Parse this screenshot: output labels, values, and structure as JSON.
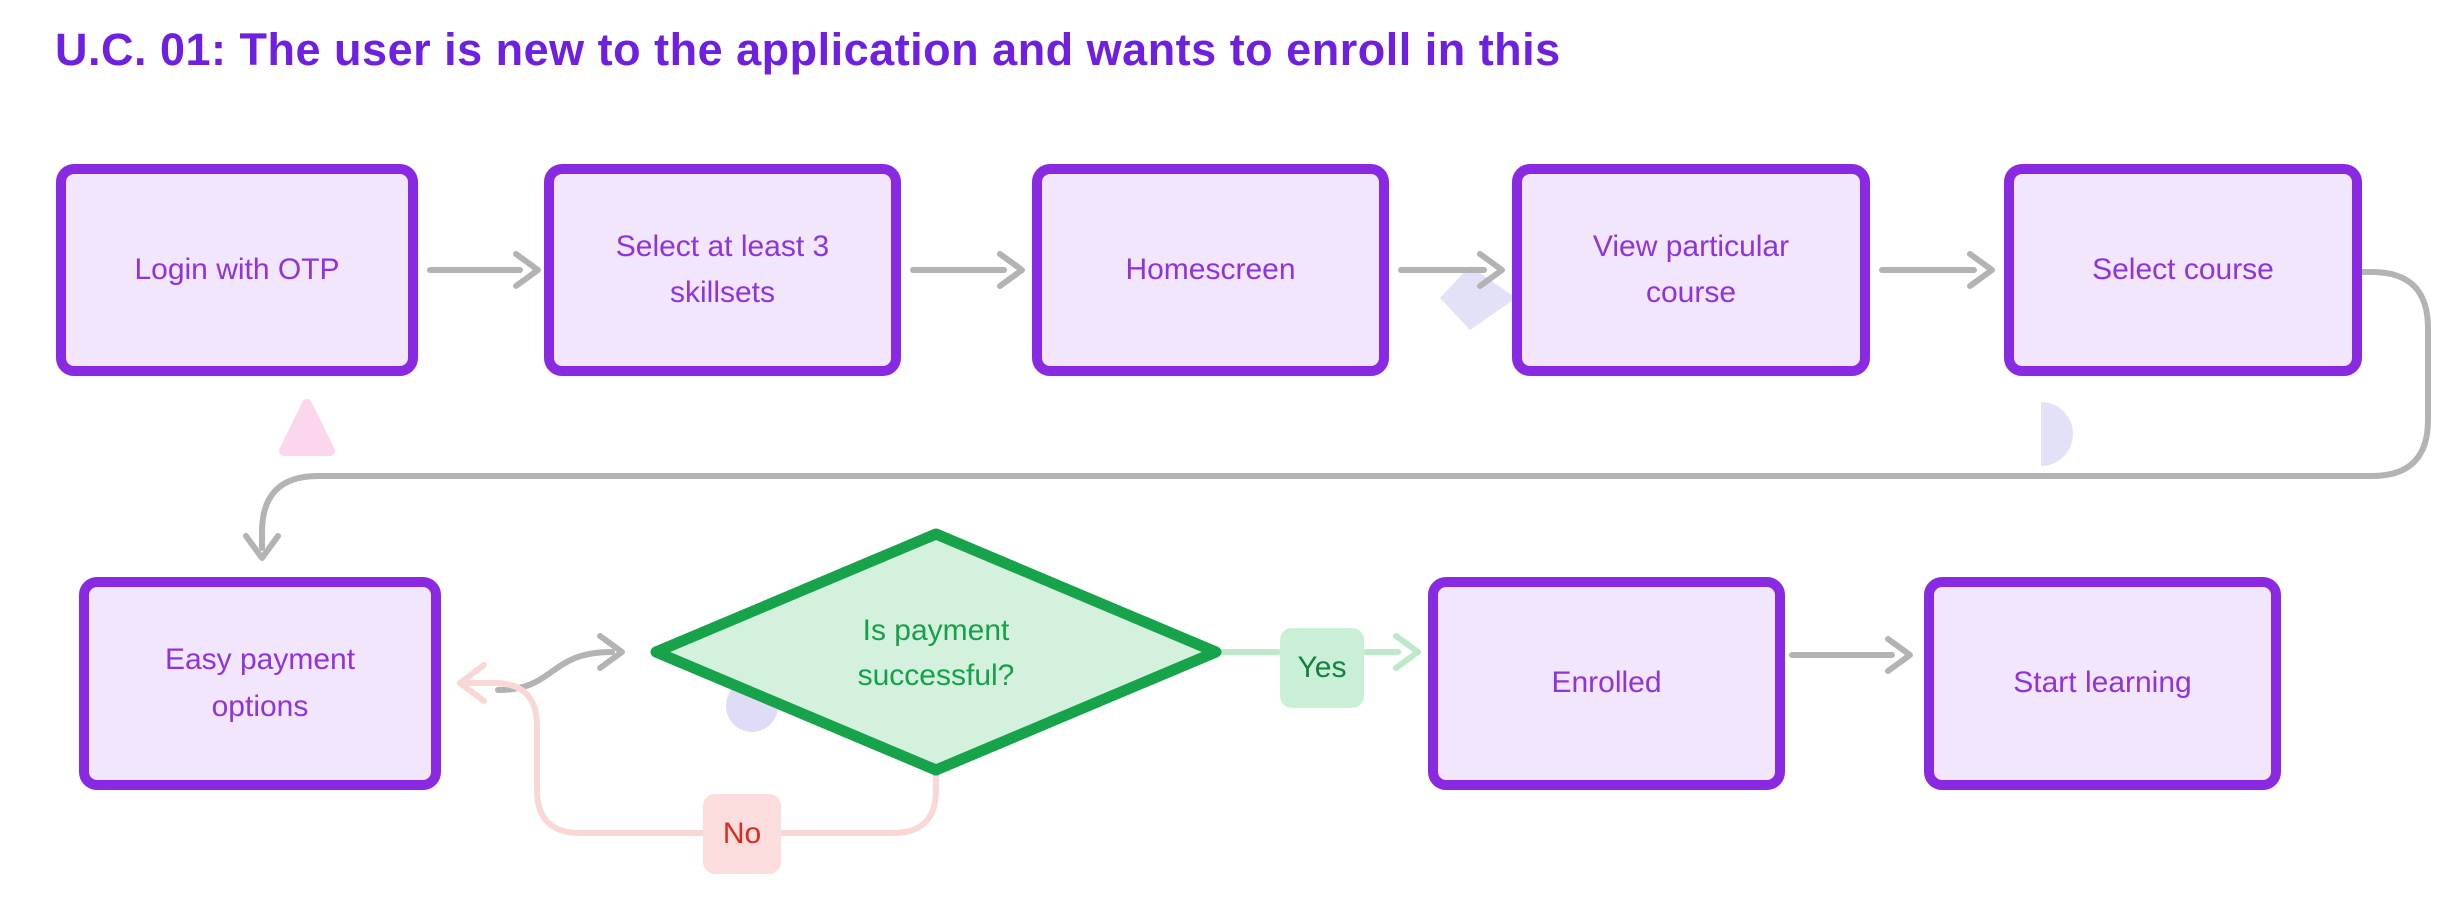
{
  "title": "U.C. 01: The user is new to the application and wants to enroll in this",
  "nodes": {
    "login": {
      "label": "Login with OTP"
    },
    "skillsets": {
      "label": "Select at least 3 skillsets"
    },
    "homescreen": {
      "label": "Homescreen"
    },
    "view_course": {
      "label": "View particular course"
    },
    "select_course": {
      "label": "Select course"
    },
    "easy_payment": {
      "label": "Easy payment options"
    },
    "enrolled": {
      "label": "Enrolled"
    },
    "start_learning": {
      "label": "Start learning"
    }
  },
  "decision": {
    "label": "Is payment successful?",
    "line1": "Is payment",
    "line2": "successful?"
  },
  "edge_labels": {
    "yes": "Yes",
    "no": "No"
  },
  "colors": {
    "title_text": "#6e1fe0",
    "node_border": "#8929e2",
    "node_fill": "#f1e6fb",
    "node_text": "#8f33dd",
    "decision_border": "#16a34a",
    "decision_fill": "#d4f1dd",
    "decision_text": "#15a049",
    "yes_label_bg": "#c9efd6",
    "yes_label_text": "#15803d",
    "yes_edge": "#bce9c9",
    "no_label_bg": "#fbdddd",
    "no_label_text": "#dd2a1e",
    "no_edge": "#fad7d7",
    "gray_edge": "#b3b3b3",
    "deco_pink": "#fbd7ed",
    "deco_lavender": "#e3e1f8",
    "background": "#ffffff"
  }
}
